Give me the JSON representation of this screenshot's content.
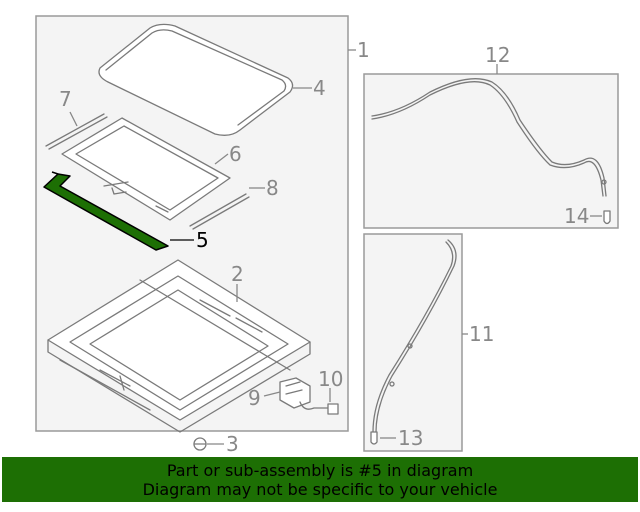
{
  "callouts": {
    "c1": "1",
    "c2": "2",
    "c3": "3",
    "c4": "4",
    "c5": "5",
    "c6": "6",
    "c7": "7",
    "c8": "8",
    "c9": "9",
    "c10": "10",
    "c11": "11",
    "c12": "12",
    "c13": "13",
    "c14": "14"
  },
  "highlight": {
    "part": "5",
    "color": "#1d6f04"
  },
  "banner": {
    "line1": "Part or sub-assembly is #5 in diagram",
    "line2": "Diagram may not be specific to your vehicle",
    "color": "#1d6f04"
  }
}
